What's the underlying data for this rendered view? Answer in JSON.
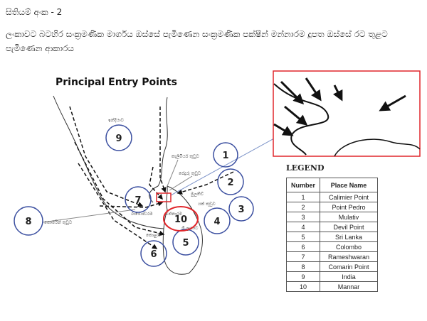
{
  "heading": "සිතියම් අංක - 2",
  "caption": "ලංකාවට බටහිර සංක්‍රමණික මාර්ගය ඔස්සේ පැමිණෙන සංක්‍රමණික පක්ෂීන් මන්නාරම දූපත ඔස්සේ රට තුළට පැමිණෙන ආකාරය",
  "map": {
    "title": "Principal Entry Points",
    "labels": {
      "india": "ඉන්දියාව",
      "calimere": "කැලිමියර් තුඩුව",
      "pedro": "පේදුරු තුඩුව",
      "mulativ": "මුලතිව්",
      "devil": "යක් තුඩුව",
      "rameshwaram": "රාමේශ්වරම",
      "comarin": "කොමරින් තුඩුව",
      "mannar": "මන්නාරම",
      "srilanka": "ශ්‍රී ලංකාව",
      "colombo": "කොළඹ"
    },
    "markers": [
      "1",
      "2",
      "3",
      "4",
      "5",
      "6",
      "7",
      "8",
      "9",
      "10"
    ],
    "colors": {
      "circle": "#3b4fa0",
      "highlight": "#e0262b"
    }
  },
  "legend": {
    "title": "LEGEND",
    "headers": [
      "Number",
      "Place Name"
    ],
    "rows": [
      [
        "1",
        "Calimier Point"
      ],
      [
        "2",
        "Point Pedro"
      ],
      [
        "3",
        "Mulativ"
      ],
      [
        "4",
        "Devil Point"
      ],
      [
        "5",
        "Sri Lanka"
      ],
      [
        "6",
        "Colombo"
      ],
      [
        "7",
        "Rameshwaran"
      ],
      [
        "8",
        "Comarin Point"
      ],
      [
        "9",
        "India"
      ],
      [
        "10",
        "Mannar"
      ]
    ]
  }
}
